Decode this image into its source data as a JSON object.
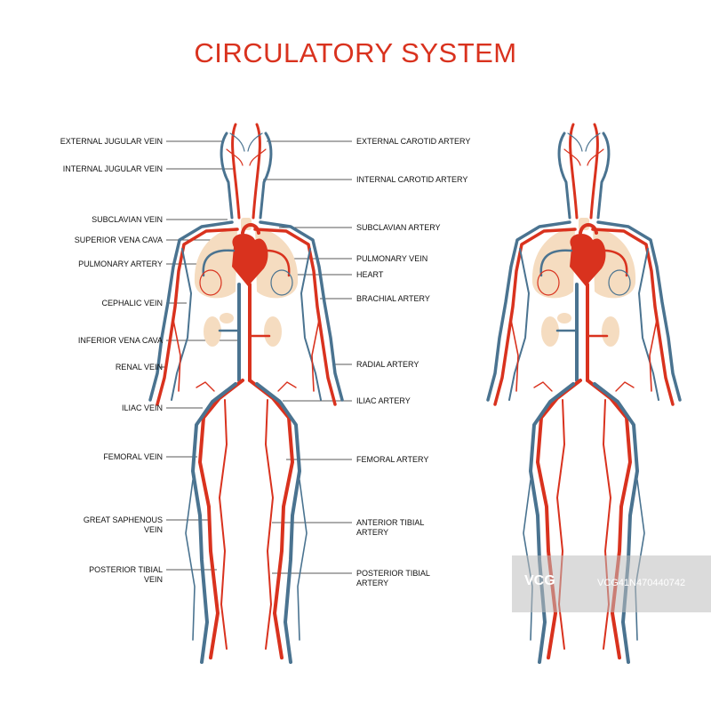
{
  "title": "CIRCULATORY SYSTEM",
  "colors": {
    "artery": "#d9321e",
    "vein": "#4a7390",
    "organ": "#f5dcc0",
    "title": "#d9321e",
    "text": "#111111",
    "leader": "#222222"
  },
  "labels_left": [
    "EXTERNAL JUGULAR VEIN",
    "INTERNAL JUGULAR VEIN",
    "SUBCLAVIAN VEIN",
    "SUPERIOR VENA CAVA",
    "PULMONARY ARTERY",
    "CEPHALIC VEIN",
    "INFERIOR VENA CAVA",
    "RENAL VEIN",
    "ILIAC VEIN",
    "FEMORAL VEIN",
    "GREAT SAPHENOUS\nVEIN",
    "POSTERIOR TIBIAL\nVEIN"
  ],
  "labels_right": [
    "EXTERNAL CAROTID ARTERY",
    "INTERNAL CAROTID ARTERY",
    "SUBCLAVIAN ARTERY",
    "PULMONARY VEIN",
    "HEART",
    "BRACHIAL ARTERY",
    "RADIAL ARTERY",
    "ILIAC ARTERY",
    "FEMORAL ARTERY",
    "ANTERIOR  TIBIAL\nARTERY",
    "POSTERIOR TIBIAL\nARTERY"
  ],
  "watermark": {
    "logo": "VCG",
    "id": "VCG41N470440742"
  }
}
